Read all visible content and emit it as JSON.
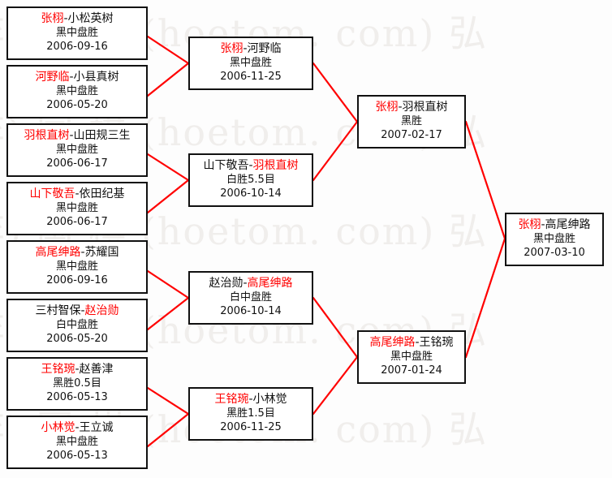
{
  "meta": {
    "title": "Go Tournament Bracket",
    "accent_winner_color": "#ff0000",
    "text_color": "#111111",
    "connector_color": "#ff0000",
    "box_border_color": "#111111",
    "watermark_color": "#f0eeec"
  },
  "watermark": {
    "lines": [
      "弈) 国 棋 (hoetom. com) 弘",
      "弈) 国 棋 (hoetom. com) 弘",
      "弈) 国 棋 (hoetom. com) 弘",
      "弈) 国 棋 (hoetom. com) 弘",
      "弈) 国 棋 (hoetom. com) 弘"
    ]
  },
  "rounds": [
    {
      "name": "round-1",
      "matches": [
        {
          "id": "r1m1",
          "winner": "张栩",
          "separator": "-",
          "loser": "小松英树",
          "result": "黑中盘胜",
          "date": "2006-09-16",
          "winner_side": "left"
        },
        {
          "id": "r1m2",
          "winner": "河野临",
          "separator": "-",
          "loser": "小县真树",
          "result": "黑中盘胜",
          "date": "2006-05-20",
          "winner_side": "left"
        },
        {
          "id": "r1m3",
          "winner": "羽根直树",
          "separator": "-",
          "loser": "山田规三生",
          "result": "黑中盘胜",
          "date": "2006-06-17",
          "winner_side": "left"
        },
        {
          "id": "r1m4",
          "winner": "山下敬吾",
          "separator": "-",
          "loser": "依田纪基",
          "result": "黑中盘胜",
          "date": "2006-06-17",
          "winner_side": "left"
        },
        {
          "id": "r1m5",
          "winner": "高尾绅路",
          "separator": "-",
          "loser": "苏耀国",
          "result": "黑中盘胜",
          "date": "2006-09-16",
          "winner_side": "left"
        },
        {
          "id": "r1m6",
          "winner": "赵治勋",
          "separator": "-",
          "loser": "三村智保",
          "result": "白中盘胜",
          "date": "2006-05-20",
          "winner_side": "right"
        },
        {
          "id": "r1m7",
          "winner": "王铭琬",
          "separator": "-",
          "loser": "赵善津",
          "result": "黑胜0.5目",
          "date": "2006-05-13",
          "winner_side": "left"
        },
        {
          "id": "r1m8",
          "winner": "小林觉",
          "separator": "-",
          "loser": "王立诚",
          "result": "黑中盘胜",
          "date": "2006-05-13",
          "winner_side": "left"
        }
      ]
    },
    {
      "name": "round-2",
      "matches": [
        {
          "id": "r2m1",
          "winner": "张栩",
          "separator": "-",
          "loser": "河野临",
          "result": "黑中盘胜",
          "date": "2006-11-25",
          "winner_side": "left"
        },
        {
          "id": "r2m2",
          "winner": "羽根直树",
          "separator": "-",
          "loser": "山下敬吾",
          "result": "白胜5.5目",
          "date": "2006-10-14",
          "winner_side": "right"
        },
        {
          "id": "r2m3",
          "winner": "高尾绅路",
          "separator": "-",
          "loser": "赵治勋",
          "result": "白中盘胜",
          "date": "2006-10-14",
          "winner_side": "right"
        },
        {
          "id": "r2m4",
          "winner": "王铭琬",
          "separator": "-",
          "loser": "小林觉",
          "result": "黑胜1.5目",
          "date": "2006-11-25",
          "winner_side": "left"
        }
      ]
    },
    {
      "name": "semifinal",
      "matches": [
        {
          "id": "sf1",
          "winner": "张栩",
          "separator": "-",
          "loser": "羽根直树",
          "result": "黑胜",
          "date": "2007-02-17",
          "winner_side": "left"
        },
        {
          "id": "sf2",
          "winner": "高尾绅路",
          "separator": "-",
          "loser": "王铭琬",
          "result": "黑中盘胜",
          "date": "2007-01-24",
          "winner_side": "left"
        }
      ]
    },
    {
      "name": "final",
      "matches": [
        {
          "id": "f1",
          "winner": "张栩",
          "separator": "-",
          "loser": "高尾绅路",
          "result": "黑中盘胜",
          "date": "2007-03-10",
          "winner_side": "left"
        }
      ]
    }
  ]
}
